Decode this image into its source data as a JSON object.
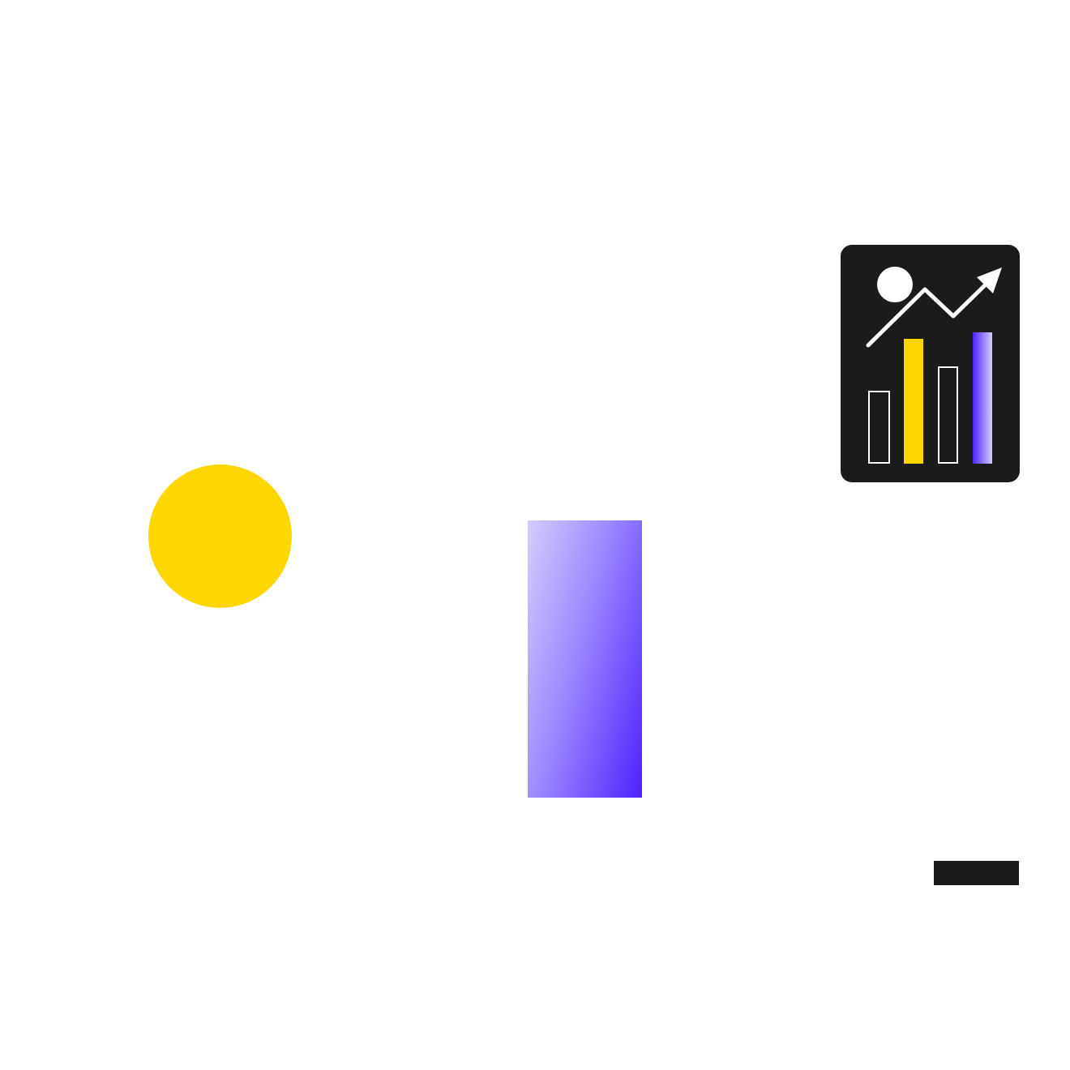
{
  "colors": {
    "background": "#FFFFFF",
    "yellow": "#FFD600",
    "purple_light": "#D3CCFF",
    "purple_dark": "#4D22FF",
    "dark": "#1B1B1B",
    "white": "#FFFFFF"
  },
  "shapes": [
    {
      "kind": "circle",
      "color_key": "yellow"
    },
    {
      "kind": "rectangle",
      "fill": "gradient",
      "color_keys": [
        "purple_light",
        "purple_dark"
      ]
    },
    {
      "kind": "icon",
      "icon": "growth-chart-icon"
    },
    {
      "kind": "rectangle",
      "color_key": "dark"
    }
  ],
  "icon": {
    "name": "growth-chart-icon",
    "bar_fills": [
      "outline",
      "yellow",
      "outline",
      "purple-gradient"
    ],
    "trend": "up"
  }
}
